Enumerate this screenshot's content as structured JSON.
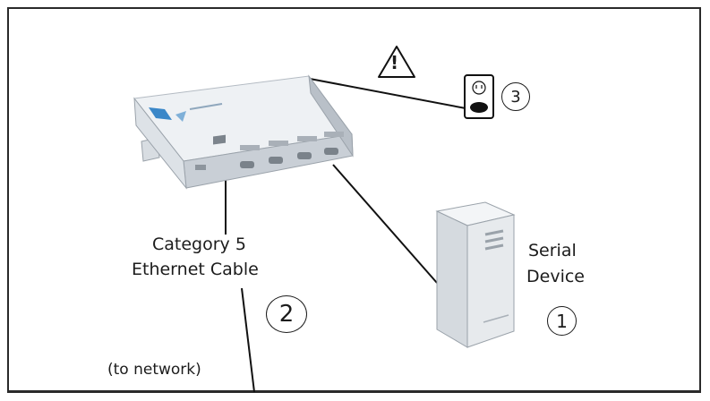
{
  "labels": {
    "cable_line1": "Category 5",
    "cable_line2": "Ethernet Cable",
    "serial_line1": "Serial",
    "serial_line2": "Device",
    "network": "(to network)"
  },
  "steps": {
    "one": "1",
    "two": "2",
    "three": "3"
  },
  "warning": {
    "symbol": "!",
    "icon": "warning-triangle-icon"
  },
  "icons": {
    "device_server": "device-server-icon",
    "serial_device": "tower-computer-icon",
    "power_outlet": "power-outlet-icon"
  },
  "colors": {
    "line": "#111111",
    "device_top": "#eef1f4",
    "device_side": "#c9cfd6",
    "tower_front": "#e9ecef",
    "tower_side": "#bcc3ca",
    "accent": "#3a87c8"
  }
}
